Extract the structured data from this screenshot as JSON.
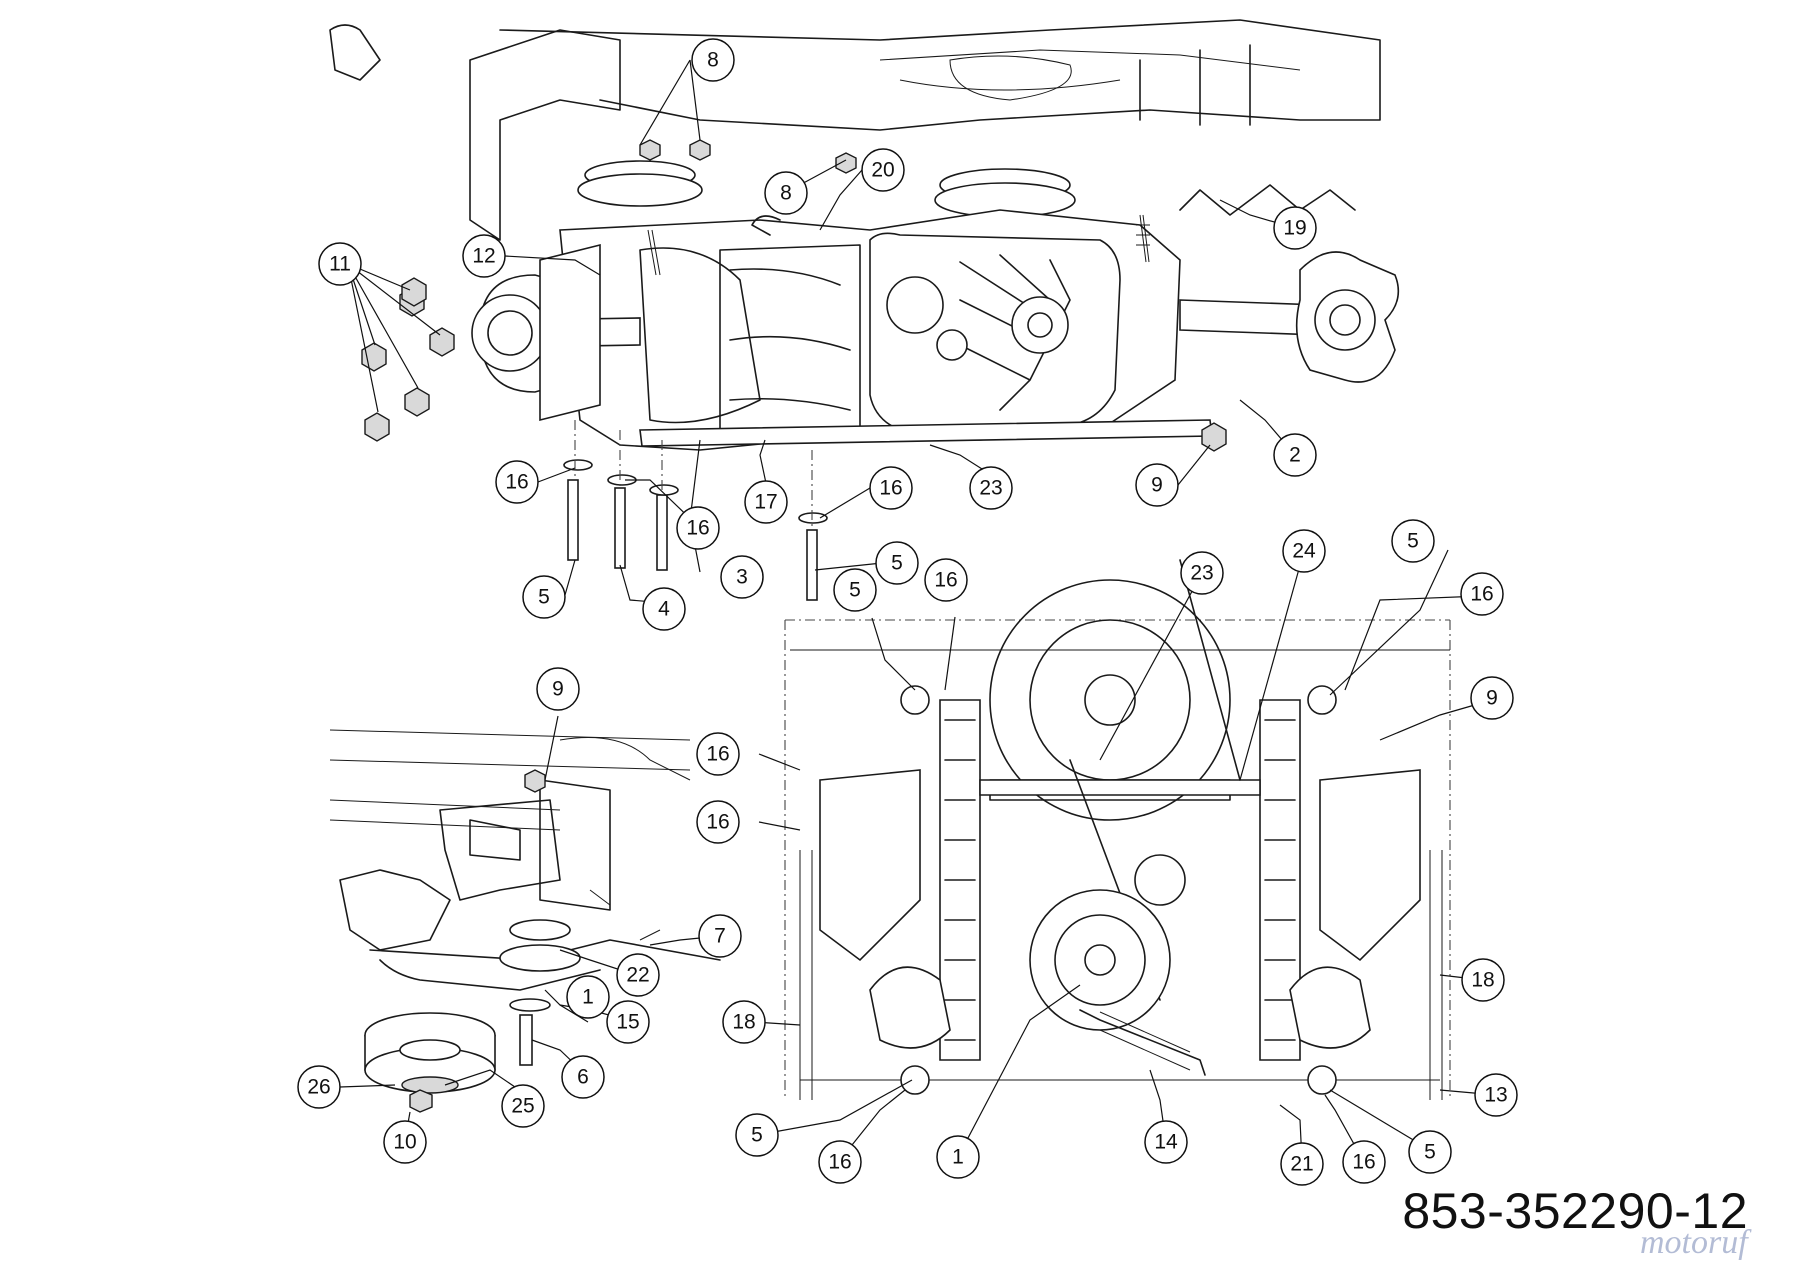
{
  "diagram": {
    "part_number": "853-352290-12",
    "watermark": "motoruf",
    "callouts": [
      {
        "label": "8"
      },
      {
        "label": "8"
      },
      {
        "label": "20"
      },
      {
        "label": "19"
      },
      {
        "label": "11"
      },
      {
        "label": "12"
      },
      {
        "label": "2"
      },
      {
        "label": "9"
      },
      {
        "label": "23"
      },
      {
        "label": "17"
      },
      {
        "label": "16"
      },
      {
        "label": "16"
      },
      {
        "label": "16"
      },
      {
        "label": "3"
      },
      {
        "label": "5"
      },
      {
        "label": "4"
      },
      {
        "label": "5"
      },
      {
        "label": "5"
      },
      {
        "label": "16"
      },
      {
        "label": "23"
      },
      {
        "label": "24"
      },
      {
        "label": "5"
      },
      {
        "label": "16"
      },
      {
        "label": "9"
      },
      {
        "label": "9"
      },
      {
        "label": "16"
      },
      {
        "label": "16"
      },
      {
        "label": "7"
      },
      {
        "label": "22"
      },
      {
        "label": "1"
      },
      {
        "label": "15"
      },
      {
        "label": "6"
      },
      {
        "label": "26"
      },
      {
        "label": "25"
      },
      {
        "label": "10"
      },
      {
        "label": "18"
      },
      {
        "label": "18"
      },
      {
        "label": "13"
      },
      {
        "label": "5"
      },
      {
        "label": "16"
      },
      {
        "label": "1"
      },
      {
        "label": "14"
      },
      {
        "label": "21"
      },
      {
        "label": "16"
      },
      {
        "label": "5"
      }
    ]
  }
}
